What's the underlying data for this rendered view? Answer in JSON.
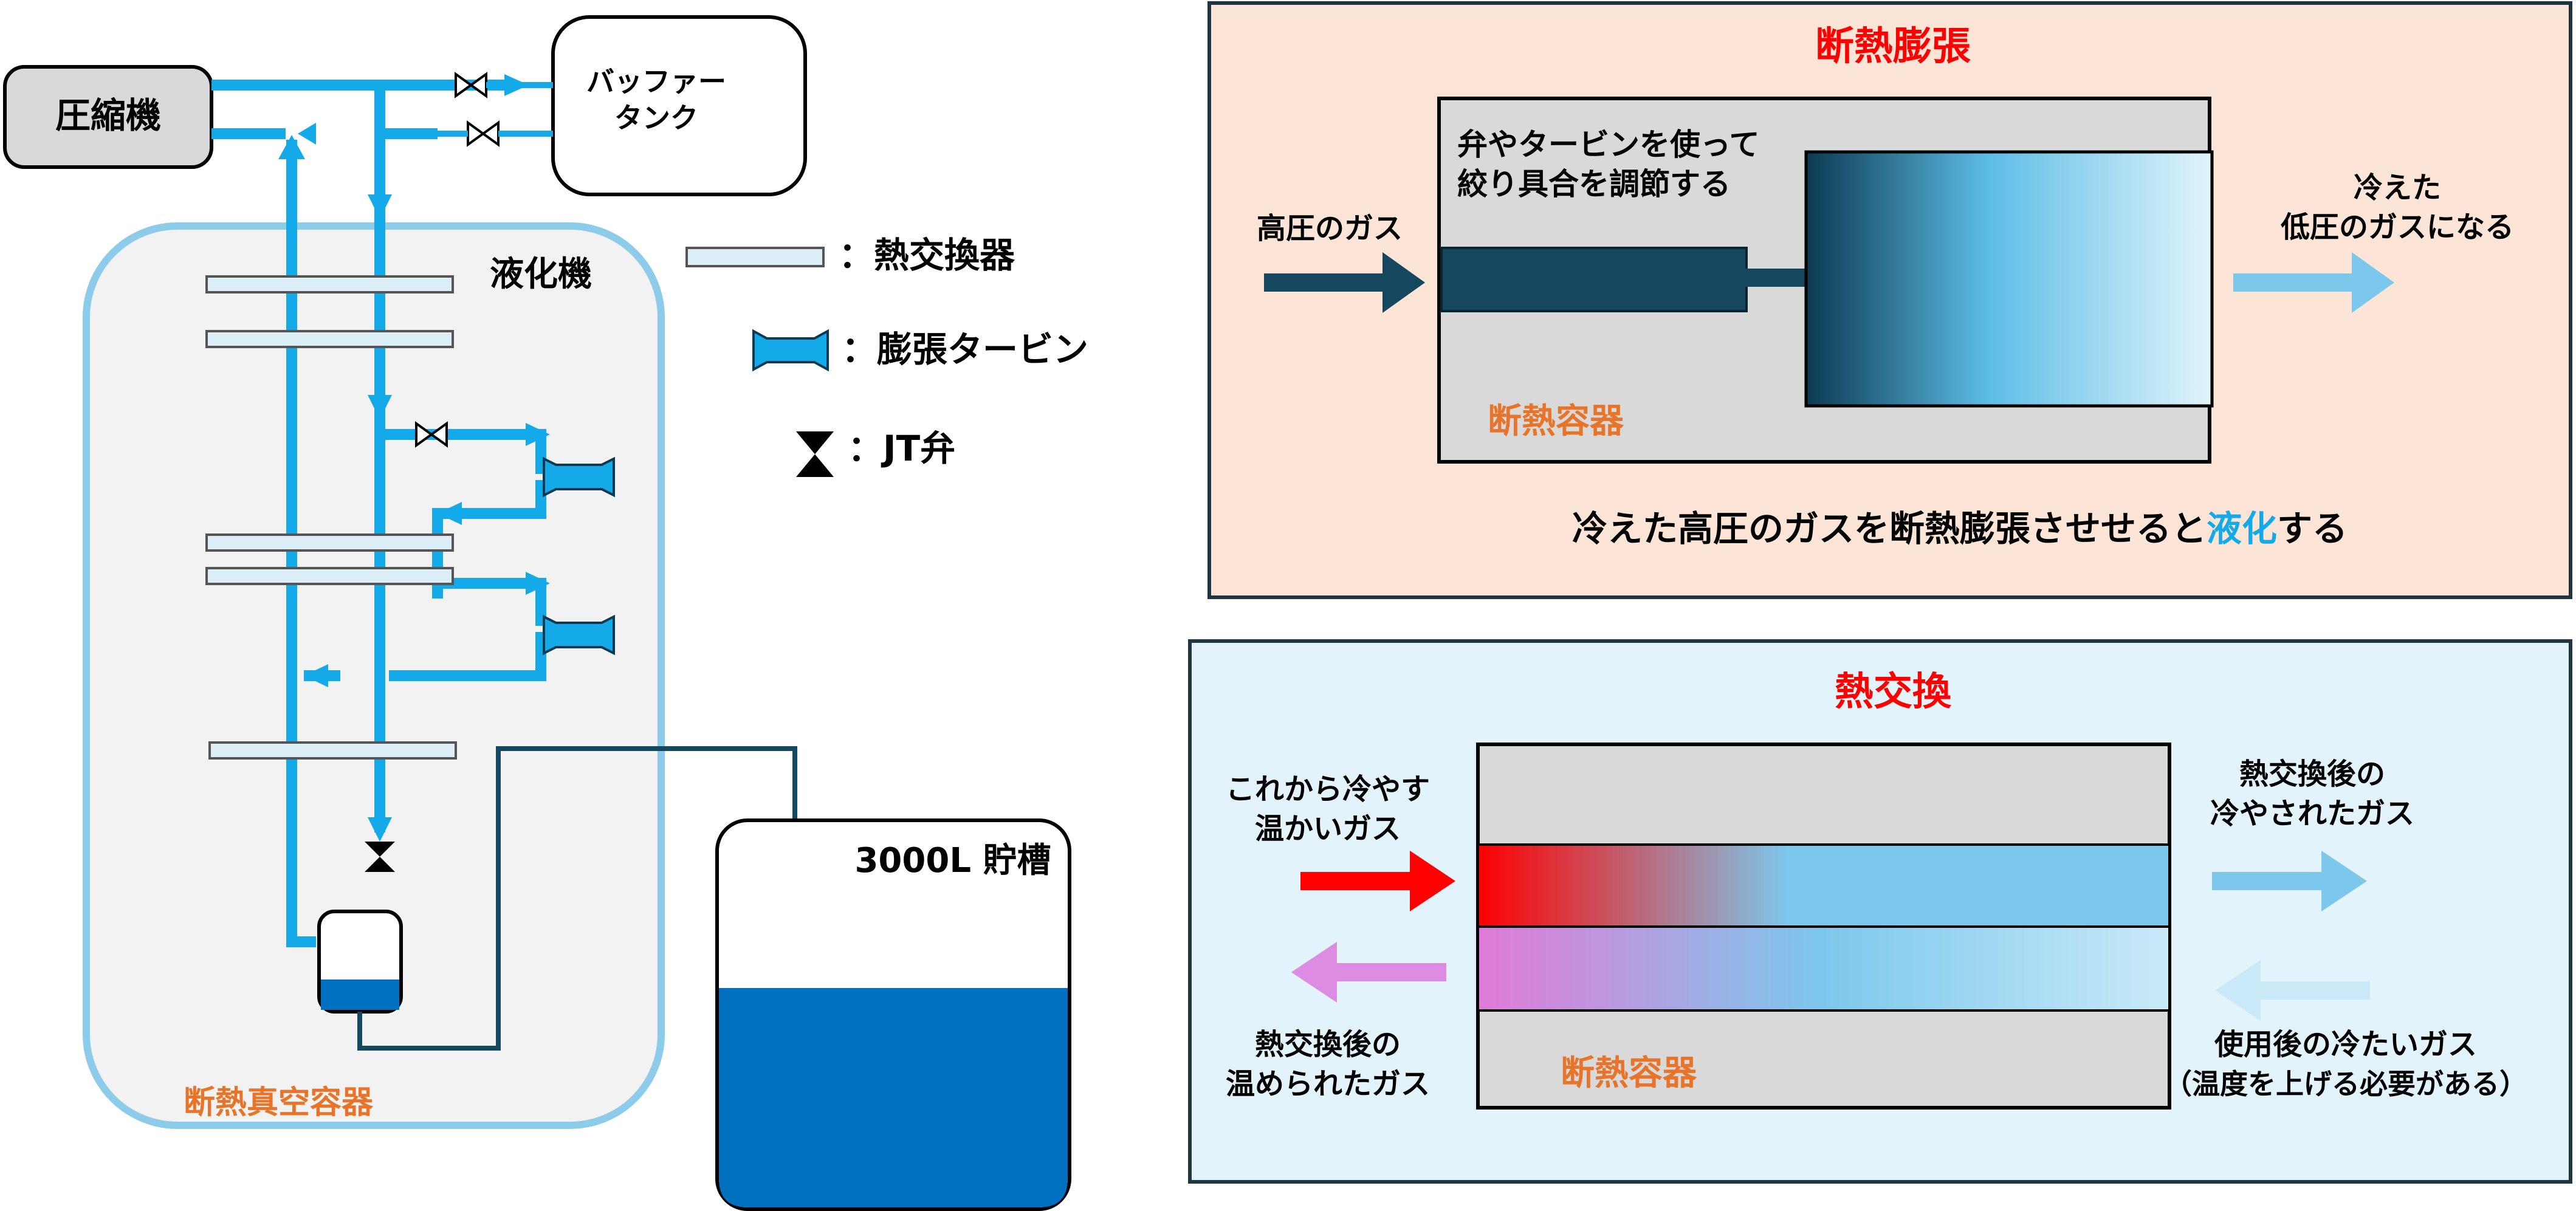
{
  "left": {
    "compressor": "圧縮機",
    "buffer_tank_line1": "バッファー",
    "buffer_tank_line2": "タンク",
    "liquefier": "液化機",
    "vacuum_vessel": "断熱真空容器",
    "storage_tank": "3000L 貯槽"
  },
  "legend": {
    "heat_exchanger": "：熱交換器",
    "expansion_turbine": "：膨張タービン",
    "jt_valve": "：JT弁"
  },
  "adiabatic": {
    "title": "断熱膨張",
    "inner_text_line1": "弁やタービンを使って",
    "inner_text_line2": "絞り具合を調節する",
    "in_label": "高圧のガス",
    "out_label_line1": "冷えた",
    "out_label_line2": "低圧のガスになる",
    "container": "断熱容器",
    "caption_main": "冷えた高圧のガスを断熱膨張させせると",
    "caption_highlight": "液化",
    "caption_end": "する"
  },
  "heat_exchange": {
    "title": "熱交換",
    "in_warm_line1": "これから冷やす",
    "in_warm_line2": "温かいガス",
    "out_cold_line1": "熱交換後の",
    "out_cold_line2": "冷やされたガス",
    "out_warm_line1": "熱交換後の",
    "out_warm_line2": "温められたガス",
    "in_cold_line1": "使用後の冷たいガス",
    "in_cold_line2": "（温度を上げる必要がある）",
    "container": "断熱容器"
  },
  "colors": {
    "pipe_blue": "#14aaea",
    "dark_navy": "#15475e",
    "orange": "#e8742a",
    "red": "#ff0000",
    "liquid_blue": "#0070c0",
    "panel_peach": "#fce4d6",
    "panel_lightblue": "#e2f3fb"
  }
}
